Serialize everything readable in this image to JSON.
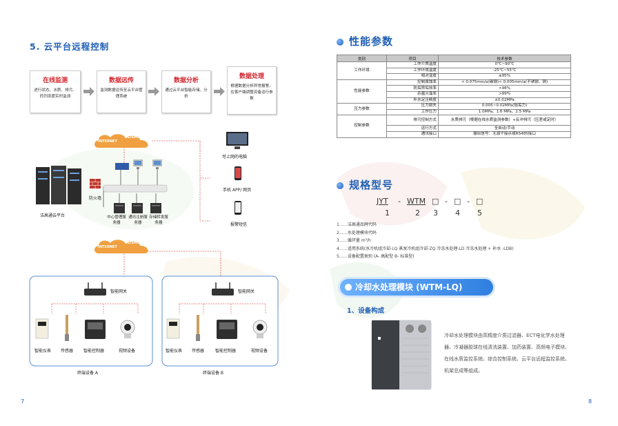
{
  "left": {
    "title": "5. 云平台远程控制",
    "flow": [
      {
        "title": "在线监测",
        "desc": "进行状态、水质、排污、药剂添度实时监测"
      },
      {
        "title": "数据远传",
        "desc": "监测数据远传至云平台管理系统"
      },
      {
        "title": "数据分析",
        "desc": "通过云平台智能存储、分析"
      },
      {
        "title": "数据处理",
        "desc": "根据数据分析异常报警，在客户端调整设备运行参数"
      }
    ],
    "network": {
      "cloud1": "INTERNET",
      "cloud1_net": "5G/SMS",
      "cloud2": "INTERNET",
      "cloud2_net": "5G/SMS",
      "platform": "洁高通云平台",
      "firewall": "防火墙",
      "servers": [
        "中心管理服务器",
        "通讯注册服务器",
        "存储转发服务器"
      ],
      "clients": [
        "可上网的电脑",
        "手机 APP/ 网页",
        "报警短信"
      ],
      "terminals": [
        {
          "gateway": "智能网关",
          "devices": [
            "智能仪表",
            "传感器",
            "智能控制器",
            "视频设备"
          ],
          "caption": "终端设备 A"
        },
        {
          "gateway": "智能网关",
          "devices": [
            "智能仪表",
            "传感器",
            "智能控制器",
            "视频设备"
          ],
          "caption": "终端设备 B"
        }
      ]
    },
    "page_num": "7"
  },
  "right": {
    "perf_title": "性能参数",
    "table_headers": [
      "类别",
      "项目",
      "技术参数"
    ],
    "table": [
      {
        "cat": "工作环境",
        "rows": [
          [
            "工作介质温度",
            "0℃~90℃"
          ],
          [
            "工作环境温度",
            "-25℃~55℃"
          ],
          [
            "相对湿度",
            "≤95%"
          ]
        ]
      },
      {
        "cat": "性能参数",
        "rows": [
          [
            "控制腐蚀率",
            "< 0.075mm/a(碳钢)< 0.005mm/a(不锈钢、铜)"
          ],
          [
            "防垢除垢效率",
            ">98%"
          ],
          [
            "杀菌灭藻率",
            ">99%"
          ],
          [
            "补水定压精度",
            "±0.02MPa"
          ]
        ]
      },
      {
        "cat": "压力参数",
        "rows": [
          [
            "压力损失",
            "0.005~0.02MPa(阻垢力)"
          ],
          [
            "工作压力",
            "1.0MPa、1.6 MPa、2.5 MPa"
          ]
        ]
      },
      {
        "cat": "控制参数",
        "rows": [
          [
            "排污控制方式",
            "水质排污（根据在线水质监测参数）+反冲排污（压差或定时）"
          ],
          [
            "运行方式",
            "全自动/手动"
          ],
          [
            "通讯接口",
            "输出信号：无源干接点或RS485接口"
          ]
        ]
      }
    ],
    "model_title": "规格型号",
    "model_parts": [
      "JYT",
      "-",
      "WTM",
      "□",
      "-",
      "□",
      "-",
      "□"
    ],
    "model_nums": [
      "1",
      "2",
      "3",
      "4",
      "5"
    ],
    "codes": [
      "1……洁高通品牌代码",
      "2……水处理模块代码",
      "3……循环量 m³/h",
      "4……适用系统(水冷机组冷却-LQ  蒸发冷机组冷却-ZQ 冷冻水处理-LD  冷冻水处理 + 补水 -LDB)",
      "5……设备配置类别 (A- 高配型 B- 标准型)"
    ],
    "banner": "冷却水处理模块 (WTM-LQ)",
    "sub1": "1、设备构成",
    "desc": "冷却水处理模块由高精度介质过滤器、ECT电化学水处理器、冷凝器胶球在线清洗装置、加药装置、高频电子模块、在线水质监控系统、综合控制系统、云平台远程监控系统、机架总成等组成。",
    "page_num": "8"
  },
  "colors": {
    "accent": "#1f5fb4",
    "red": "#d2232a",
    "banner": "#2f7fe0"
  }
}
